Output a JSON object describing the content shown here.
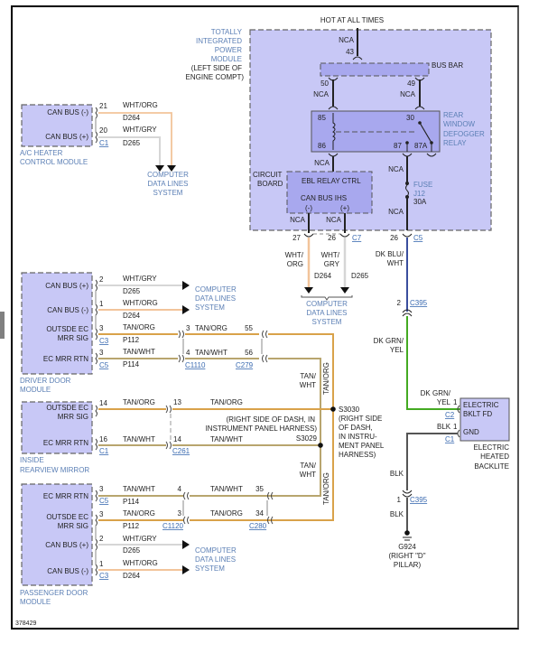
{
  "colors": {
    "module_fill": "#c8c8f6",
    "module_fill_dark": "#a8a8ee",
    "module_border": "#666666",
    "wire_black": "#222222",
    "wire_wht_org": "#f2c49a",
    "wire_wht_gry": "#d6d6d6",
    "wire_tan_org": "#d9a24a",
    "wire_tan_wht": "#b8a56e",
    "wire_dk_blu_wht": "#3a4e9e",
    "wire_dk_grn_yel": "#44aa22",
    "wire_blk": "#555555",
    "label_blue": "#5b7fb5"
  },
  "diagram_id": "378429",
  "tipm": {
    "title_lines": [
      "TOTALLY",
      "INTEGRATED",
      "POWER",
      "MODULE",
      "(LEFT SIDE OF",
      "ENGINE COMPT)"
    ],
    "hot_label": "HOT AT ALL TIMES",
    "input_nca": "NCA",
    "input_pin": "43",
    "bus_bar": "BUS BAR",
    "pin50": "50",
    "pin49": "49",
    "nca_left": "NCA",
    "nca_right": "NCA",
    "relay": {
      "name_lines": [
        "REAR",
        "WINDOW",
        "DEFOGGER",
        "RELAY"
      ],
      "pin85": "85",
      "pin86": "86",
      "pin30": "30",
      "pin87": "87",
      "pin87a": "87A"
    },
    "nca_relay_out": "NCA",
    "nca_87": "NCA",
    "fuse": {
      "label": "FUSE",
      "id": "J12",
      "rating": "30A"
    },
    "nca_fuse_out": "NCA",
    "circuit_board_lines": [
      "CIRCUIT",
      "BOARD"
    ],
    "ebl_relay_ctrl": "EBL RELAY CTRL",
    "can_bus_ihs": "CAN BUS IHS",
    "minus": "(-)",
    "plus": "(+)",
    "nca_minus": "NCA",
    "nca_plus": "NCA",
    "out_pin27": "27",
    "out_pin26a": "26",
    "out_conn_c7": "C7",
    "out_pin26b": "26",
    "out_conn_c5": "C5"
  },
  "tipm_outputs": {
    "wire1_color_lines": [
      "WHT/",
      "ORG"
    ],
    "wire1_circuit": "D264",
    "wire2_color_lines": [
      "WHT/",
      "GRY"
    ],
    "wire2_circuit": "D265",
    "dest_lines": [
      "COMPUTER",
      "DATA LINES",
      "SYSTEM"
    ],
    "fuse_wire_color_lines": [
      "DK BLU/",
      "WHT"
    ]
  },
  "ac_heater": {
    "name_lines": [
      "A/C HEATER",
      "CONTROL MODULE"
    ],
    "pins": [
      {
        "label": "CAN BUS (-)",
        "pin": "21",
        "color": "WHT/ORG",
        "circuit": "D264"
      },
      {
        "label": "CAN BUS (+)",
        "pin": "20",
        "color": "WHT/GRY",
        "circuit": "D265"
      }
    ],
    "connector": "C1",
    "dest_lines": [
      "COMPUTER",
      "DATA LINES",
      "SYSTEM"
    ]
  },
  "driver_door": {
    "name_lines": [
      "DRIVER DOOR",
      "MODULE"
    ],
    "pins": [
      {
        "label": "CAN BUS (+)",
        "pin": "2",
        "color": "WHT/GRY",
        "circuit": "D265"
      },
      {
        "label": "CAN BUS (-)",
        "pin": "1",
        "color": "WHT/ORG",
        "circuit": "D264"
      },
      {
        "label_lines": [
          "OUTSDE EC",
          "MRR SIG"
        ],
        "pin": "3",
        "color": "TAN/ORG",
        "circuit": "P112",
        "connector": "C3"
      },
      {
        "label": "EC MRR RTN",
        "pin": "3",
        "color": "TAN/WHT",
        "circuit": "P114",
        "connector": "C5"
      }
    ],
    "dest_lines": [
      "COMPUTER",
      "DATA LINES",
      "SYSTEM"
    ],
    "c1110": {
      "name": "C1110",
      "pin_sig": "3",
      "pin_rtn": "4",
      "color_sig": "TAN/ORG",
      "color_rtn": "TAN/WHT"
    },
    "c279": {
      "name": "C279",
      "pin_sig": "55",
      "pin_rtn": "56"
    }
  },
  "mirror": {
    "name_lines": [
      "INSIDE",
      "REARVIEW MIRROR"
    ],
    "pins": [
      {
        "label_lines": [
          "OUTSDE EC",
          "MRR SIG"
        ],
        "pin": "14",
        "color": "TAN/ORG"
      },
      {
        "label": "EC MRR RTN",
        "pin": "16",
        "color": "TAN/WHT",
        "connector": "C1"
      }
    ],
    "c261": {
      "name": "C261",
      "pin_sig": "13",
      "pin_rtn": "14",
      "color_sig": "TAN/ORG",
      "color_rtn": "TAN/WHT"
    }
  },
  "splices": {
    "s3030": {
      "name": "S3030",
      "location_lines": [
        "(RIGHT SIDE",
        "OF DASH,",
        "IN INSTRU-",
        "MENT PANEL",
        "HARNESS)"
      ]
    },
    "s3029": {
      "name": "S3029",
      "location_lines": [
        "(RIGHT SIDE OF DASH, IN",
        "INSTRUMENT PANEL HARNESS)"
      ]
    },
    "vertical_tan_wht_lines": [
      "TAN/",
      "WHT"
    ],
    "vertical_tan_org": "TAN/ORG"
  },
  "passenger_door": {
    "name_lines": [
      "PASSENGER DOOR",
      "MODULE"
    ],
    "pins": [
      {
        "label": "EC MRR RTN",
        "pin": "3",
        "color": "TAN/WHT",
        "circuit": "P114",
        "connector": "C5"
      },
      {
        "label_lines": [
          "OUTSDE EC",
          "MRR SIG"
        ],
        "pin": "3",
        "color": "TAN/ORG",
        "circuit": "P112"
      },
      {
        "label": "CAN BUS (+)",
        "pin": "2",
        "color": "WHT/GRY",
        "circuit": "D265"
      },
      {
        "label": "CAN BUS (-)",
        "pin": "1",
        "color": "WHT/ORG",
        "circuit": "D264",
        "connector": "C3"
      }
    ],
    "dest_lines": [
      "COMPUTER",
      "DATA LINES",
      "SYSTEM"
    ],
    "c1120": {
      "name": "C1120",
      "pin_rtn": "4",
      "pin_sig": "3",
      "color_rtn": "TAN/WHT",
      "color_sig": "TAN/ORG"
    },
    "c280": {
      "name": "C280",
      "pin_rtn": "35",
      "pin_sig": "34"
    }
  },
  "right_side": {
    "c395_top": {
      "name": "C395",
      "pin": "2"
    },
    "grn_wire_lines": [
      "DK GRN/",
      "YEL"
    ],
    "grn_wire2_lines": [
      "DK GRN/",
      "YEL"
    ],
    "backlite": {
      "pin1_top": "1",
      "connector_c2": "C2",
      "feed_lines": [
        "ELECTRIC",
        "BKLT FD"
      ],
      "gnd": "GND",
      "blk_pin": "BLK",
      "pin1_bottom": "1",
      "connector_c1": "C1",
      "name_lines": [
        "ELECTRIC",
        "HEATED",
        "BACKLITE"
      ]
    },
    "blk1": "BLK",
    "c395_bottom": {
      "name": "C395",
      "pin": "1"
    },
    "blk2": "BLK",
    "ground": {
      "name": "G924",
      "location_lines": [
        "(RIGHT \"D\"",
        "PILLAR)"
      ]
    }
  }
}
